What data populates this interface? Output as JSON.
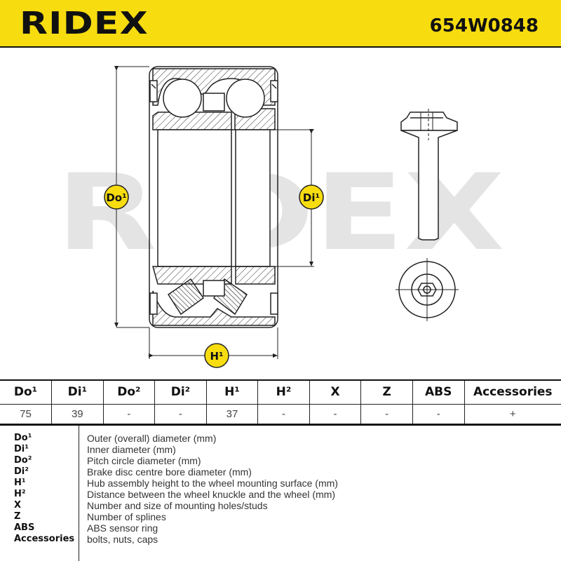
{
  "header": {
    "brand": "RIDEX",
    "part_number": "654W0848"
  },
  "drawing": {
    "watermark": "RIDEX",
    "labels": {
      "outer_diameter": "Do¹",
      "inner_diameter": "Di¹",
      "height": "H¹"
    },
    "colors": {
      "accent": "#f7dc0f",
      "watermark": "#e2e2e2",
      "line": "#222222"
    }
  },
  "specs": {
    "headers": [
      "Do¹",
      "Di¹",
      "Do²",
      "Di²",
      "H¹",
      "H²",
      "X",
      "Z",
      "ABS",
      "Accessories"
    ],
    "values": [
      "75",
      "39",
      "-",
      "-",
      "37",
      "-",
      "-",
      "-",
      "-",
      "+"
    ]
  },
  "legend": [
    {
      "code": "Do¹",
      "desc": "Outer (overall) diameter (mm)"
    },
    {
      "code": "Di¹",
      "desc": "Inner diameter (mm)"
    },
    {
      "code": "Do²",
      "desc": "Pitch circle diameter (mm)"
    },
    {
      "code": "Di²",
      "desc": "Brake disc centre bore diameter (mm)"
    },
    {
      "code": "H¹",
      "desc": "Hub assembly height to the wheel mounting surface (mm)"
    },
    {
      "code": "H²",
      "desc": "Distance between the wheel knuckle and the wheel (mm)"
    },
    {
      "code": "X",
      "desc": "Number and size of mounting holes/studs"
    },
    {
      "code": "Z",
      "desc": "Number of splines"
    },
    {
      "code": "ABS",
      "desc": "ABS sensor ring"
    },
    {
      "code": "Accessories",
      "desc": "bolts, nuts, caps"
    }
  ]
}
